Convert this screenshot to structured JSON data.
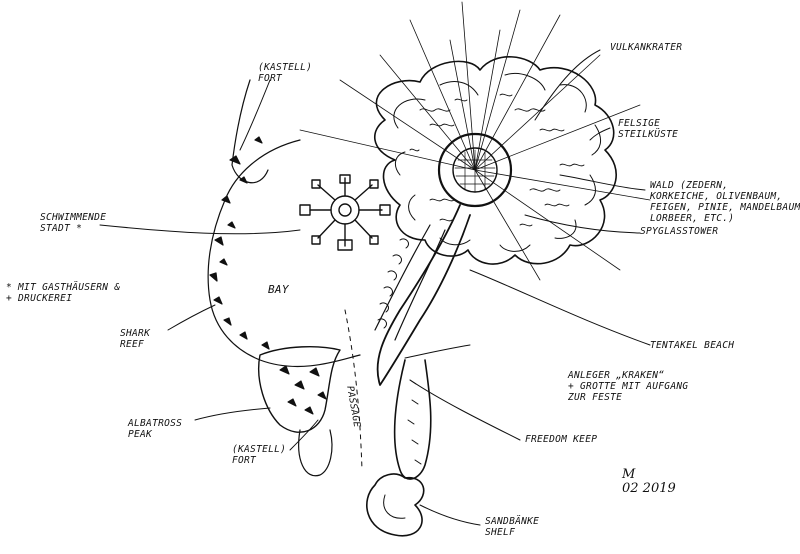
{
  "labels": {
    "vulkankrater": "VULKANKRATER",
    "felsige": "FELSIGE\nSTEILKÜSTE",
    "wald": "WALD (ZEDERN,\nKORKEICHE, OLIVENBAUM,\nFEIGEN, PINIE, MANDELBAUM\nLORBEER, ETC.)",
    "spyglass": "SPYGLASSTOWER",
    "kastell_top": "(KASTELL)\nFORT",
    "schwimmende": "SCHWIMMENDE\nSTADT *",
    "gasthaeuser": "* MIT GASTHÄUSERN &\n+ DRUCKEREI",
    "bay": "BAY",
    "shark_reef": "SHARK\nREEF",
    "tentakel": "TENTAKEL BEACH",
    "anleger": "ANLEGER „KRAKEN“\n+ GROTTE MIT AUFGANG\nZUR FESTE",
    "albatross": "ALBATROSS\nPEAK",
    "kastell_bottom": "(KASTELL)\nFORT",
    "passage": "PASSAGE",
    "freedom": "FREEDOM KEEP",
    "sandbaenke": "SANDBÄNKE\nSHELF",
    "signature": "M\n02 2019"
  }
}
